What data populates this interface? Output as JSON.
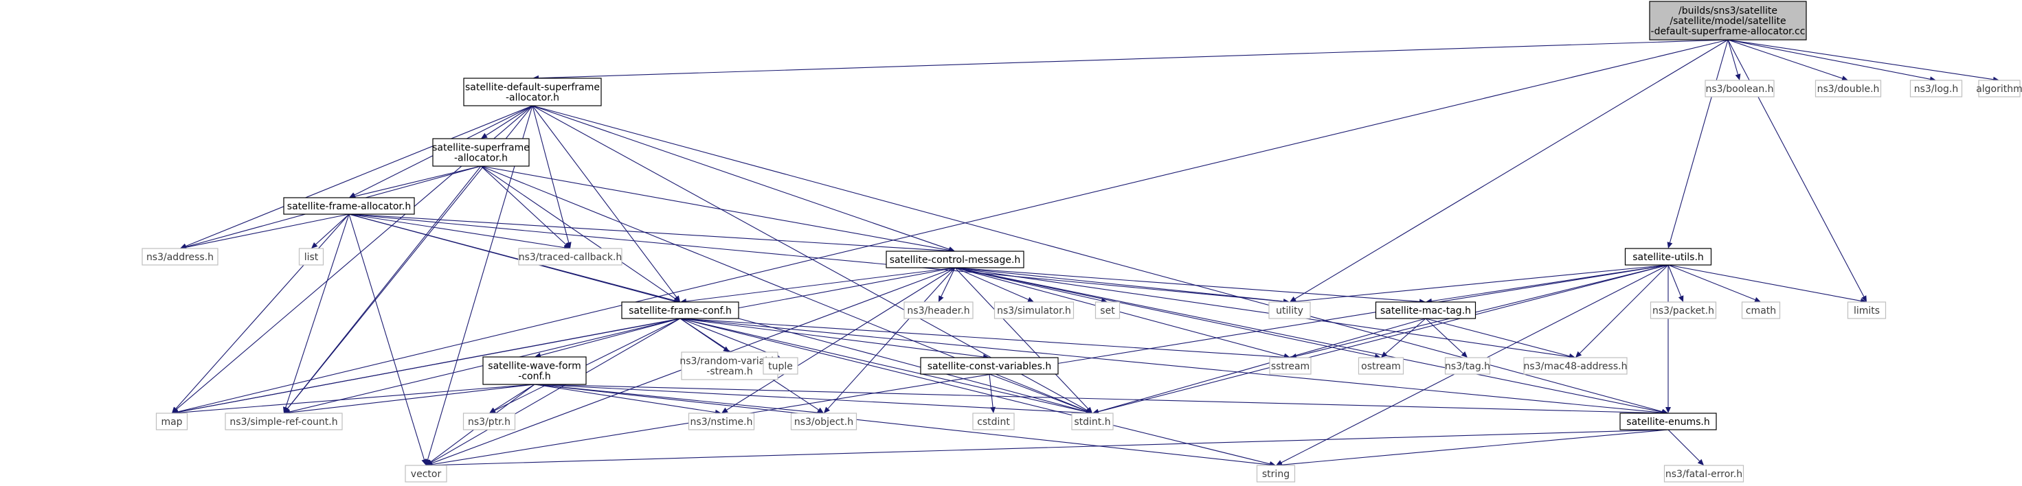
{
  "nodes": {
    "root": {
      "lines": [
        "/builds/sns3/satellite",
        "/satellite/model/satellite",
        "-default-superframe-allocator.cc"
      ],
      "type": "root"
    },
    "default_alloc": {
      "lines": [
        "satellite-default-superframe",
        "-allocator.h"
      ],
      "type": "main"
    },
    "superframe_alloc": {
      "lines": [
        "satellite-superframe",
        "-allocator.h"
      ],
      "type": "main"
    },
    "frame_alloc": {
      "lines": [
        "satellite-frame-allocator.h"
      ],
      "type": "main"
    },
    "control_msg": {
      "lines": [
        "satellite-control-message.h"
      ],
      "type": "main"
    },
    "frame_conf": {
      "lines": [
        "satellite-frame-conf.h"
      ],
      "type": "main"
    },
    "wave_form": {
      "lines": [
        "satellite-wave-form",
        "-conf.h"
      ],
      "type": "main"
    },
    "const_vars": {
      "lines": [
        "satellite-const-variables.h"
      ],
      "type": "main"
    },
    "mac_tag": {
      "lines": [
        "satellite-mac-tag.h"
      ],
      "type": "main"
    },
    "utils": {
      "lines": [
        "satellite-utils.h"
      ],
      "type": "main"
    },
    "enums": {
      "lines": [
        "satellite-enums.h"
      ],
      "type": "main"
    },
    "boolean": {
      "lines": [
        "ns3/boolean.h"
      ],
      "type": "ext"
    },
    "double": {
      "lines": [
        "ns3/double.h"
      ],
      "type": "ext"
    },
    "log": {
      "lines": [
        "ns3/log.h"
      ],
      "type": "ext"
    },
    "algorithm": {
      "lines": [
        "algorithm"
      ],
      "type": "ext"
    },
    "address": {
      "lines": [
        "ns3/address.h"
      ],
      "type": "ext"
    },
    "list": {
      "lines": [
        "list"
      ],
      "type": "ext"
    },
    "traced_cb": {
      "lines": [
        "ns3/traced-callback.h"
      ],
      "type": "ext"
    },
    "header": {
      "lines": [
        "ns3/header.h"
      ],
      "type": "ext"
    },
    "simulator": {
      "lines": [
        "ns3/simulator.h"
      ],
      "type": "ext"
    },
    "set": {
      "lines": [
        "set"
      ],
      "type": "ext"
    },
    "utility": {
      "lines": [
        "utility"
      ],
      "type": "ext"
    },
    "packet": {
      "lines": [
        "ns3/packet.h"
      ],
      "type": "ext"
    },
    "cmath": {
      "lines": [
        "cmath"
      ],
      "type": "ext"
    },
    "limits": {
      "lines": [
        "limits"
      ],
      "type": "ext"
    },
    "random_var": {
      "lines": [
        "ns3/random-variable",
        "-stream.h"
      ],
      "type": "ext"
    },
    "tuple": {
      "lines": [
        "tuple"
      ],
      "type": "ext"
    },
    "sstream": {
      "lines": [
        "sstream"
      ],
      "type": "ext"
    },
    "ostream": {
      "lines": [
        "ostream"
      ],
      "type": "ext"
    },
    "tag": {
      "lines": [
        "ns3/tag.h"
      ],
      "type": "ext"
    },
    "mac48": {
      "lines": [
        "ns3/mac48-address.h"
      ],
      "type": "ext"
    },
    "map": {
      "lines": [
        "map"
      ],
      "type": "ext"
    },
    "simple_ref": {
      "lines": [
        "ns3/simple-ref-count.h"
      ],
      "type": "ext"
    },
    "ptr": {
      "lines": [
        "ns3/ptr.h"
      ],
      "type": "ext"
    },
    "nstime": {
      "lines": [
        "ns3/nstime.h"
      ],
      "type": "ext"
    },
    "object": {
      "lines": [
        "ns3/object.h"
      ],
      "type": "ext"
    },
    "cstdint": {
      "lines": [
        "cstdint"
      ],
      "type": "ext"
    },
    "stdint": {
      "lines": [
        "stdint.h"
      ],
      "type": "ext"
    },
    "vector": {
      "lines": [
        "vector"
      ],
      "type": "ext"
    },
    "string": {
      "lines": [
        "string"
      ],
      "type": "ext"
    },
    "fatal_error": {
      "lines": [
        "ns3/fatal-error.h"
      ],
      "type": "ext"
    }
  },
  "edges": [
    [
      "root",
      "default_alloc"
    ],
    [
      "root",
      "boolean"
    ],
    [
      "root",
      "double"
    ],
    [
      "root",
      "log"
    ],
    [
      "root",
      "algorithm"
    ],
    [
      "root",
      "utils"
    ],
    [
      "root",
      "map"
    ],
    [
      "root",
      "utility"
    ],
    [
      "root",
      "limits"
    ],
    [
      "default_alloc",
      "superframe_alloc"
    ],
    [
      "default_alloc",
      "frame_alloc"
    ],
    [
      "default_alloc",
      "address"
    ],
    [
      "default_alloc",
      "traced_cb"
    ],
    [
      "default_alloc",
      "control_msg"
    ],
    [
      "default_alloc",
      "frame_conf"
    ],
    [
      "default_alloc",
      "stdint"
    ],
    [
      "default_alloc",
      "enums"
    ],
    [
      "default_alloc",
      "map"
    ],
    [
      "default_alloc",
      "simple_ref"
    ],
    [
      "default_alloc",
      "vector"
    ],
    [
      "superframe_alloc",
      "frame_alloc"
    ],
    [
      "superframe_alloc",
      "address"
    ],
    [
      "superframe_alloc",
      "traced_cb"
    ],
    [
      "superframe_alloc",
      "control_msg"
    ],
    [
      "superframe_alloc",
      "frame_conf"
    ],
    [
      "superframe_alloc",
      "simple_ref"
    ],
    [
      "superframe_alloc",
      "stdint"
    ],
    [
      "frame_alloc",
      "address"
    ],
    [
      "frame_alloc",
      "list"
    ],
    [
      "frame_alloc",
      "traced_cb"
    ],
    [
      "frame_alloc",
      "control_msg"
    ],
    [
      "frame_alloc",
      "frame_conf"
    ],
    [
      "frame_alloc",
      "map"
    ],
    [
      "frame_alloc",
      "simple_ref"
    ],
    [
      "frame_alloc",
      "vector"
    ],
    [
      "frame_alloc",
      "utility"
    ],
    [
      "frame_alloc",
      "stdint"
    ],
    [
      "control_msg",
      "frame_conf"
    ],
    [
      "control_msg",
      "header"
    ],
    [
      "control_msg",
      "simulator"
    ],
    [
      "control_msg",
      "set"
    ],
    [
      "control_msg",
      "utility"
    ],
    [
      "control_msg",
      "mac_tag"
    ],
    [
      "control_msg",
      "sstream"
    ],
    [
      "control_msg",
      "ostream"
    ],
    [
      "control_msg",
      "mac48"
    ],
    [
      "control_msg",
      "enums"
    ],
    [
      "control_msg",
      "map"
    ],
    [
      "control_msg",
      "vector"
    ],
    [
      "control_msg",
      "nstime"
    ],
    [
      "control_msg",
      "object"
    ],
    [
      "control_msg",
      "stdint"
    ],
    [
      "frame_conf",
      "wave_form"
    ],
    [
      "frame_conf",
      "random_var"
    ],
    [
      "frame_conf",
      "tuple"
    ],
    [
      "frame_conf",
      "const_vars"
    ],
    [
      "frame_conf",
      "sstream"
    ],
    [
      "frame_conf",
      "enums"
    ],
    [
      "frame_conf",
      "map"
    ],
    [
      "frame_conf",
      "simple_ref"
    ],
    [
      "frame_conf",
      "ptr"
    ],
    [
      "frame_conf",
      "vector"
    ],
    [
      "frame_conf",
      "string"
    ],
    [
      "frame_conf",
      "stdint"
    ],
    [
      "frame_conf",
      "object"
    ],
    [
      "wave_form",
      "map"
    ],
    [
      "wave_form",
      "simple_ref"
    ],
    [
      "wave_form",
      "ptr"
    ],
    [
      "wave_form",
      "nstime"
    ],
    [
      "wave_form",
      "object"
    ],
    [
      "wave_form",
      "stdint"
    ],
    [
      "wave_form",
      "enums"
    ],
    [
      "wave_form",
      "vector"
    ],
    [
      "wave_form",
      "string"
    ],
    [
      "const_vars",
      "cstdint"
    ],
    [
      "const_vars",
      "stdint"
    ],
    [
      "mac_tag",
      "ostream"
    ],
    [
      "mac_tag",
      "tag"
    ],
    [
      "mac_tag",
      "mac48"
    ],
    [
      "mac_tag",
      "stdint"
    ],
    [
      "utils",
      "utility"
    ],
    [
      "utils",
      "sstream"
    ],
    [
      "utils",
      "mac_tag"
    ],
    [
      "utils",
      "packet"
    ],
    [
      "utils",
      "cmath"
    ],
    [
      "utils",
      "limits"
    ],
    [
      "utils",
      "mac48"
    ],
    [
      "utils",
      "enums"
    ],
    [
      "utils",
      "stdint"
    ],
    [
      "utils",
      "vector"
    ],
    [
      "utils",
      "string"
    ],
    [
      "enums",
      "vector"
    ],
    [
      "enums",
      "string"
    ],
    [
      "enums",
      "fatal_error"
    ]
  ]
}
